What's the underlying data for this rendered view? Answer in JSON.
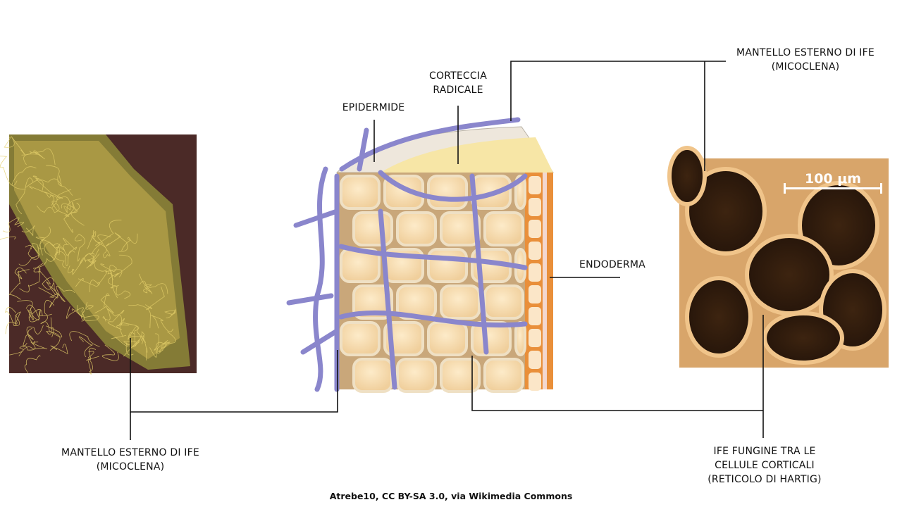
{
  "labels": {
    "mantle_left": [
      "MANTELLO ESTERNO DI IFE",
      "(MICOCLENA)"
    ],
    "mantle_right": [
      "MANTELLO ESTERNO DI IFE",
      "(MICOCLENA)"
    ],
    "epidermis": "EPIDERMIDE",
    "cortex": [
      "CORTECCIA",
      "RADICALE"
    ],
    "endodermis": "ENDODERMA",
    "hartig": [
      "IFE FUNGINE TRA LE",
      "CELLULE CORTICALI",
      "(RETICOLO DI HARTIG)"
    ]
  },
  "scale_bar": "100 μm",
  "caption": "Atrebe10, CC BY-SA 3.0, via Wikimedia Commons",
  "colors": {
    "hyphae": "#8a86cc",
    "cell": "#f6dcb2",
    "photo_bg": "#4b2a27",
    "sem": "#c9925a"
  }
}
